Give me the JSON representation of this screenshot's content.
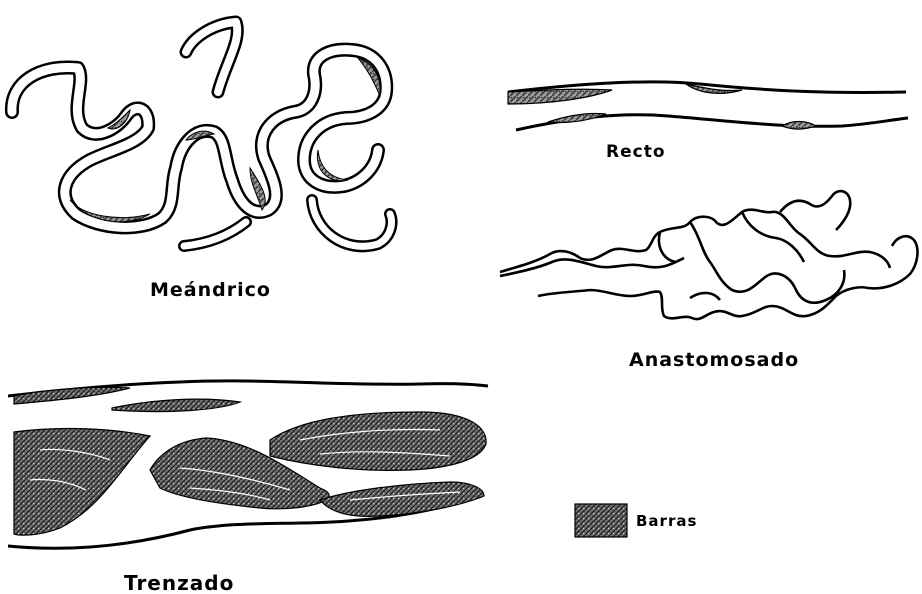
{
  "figure": {
    "labels": {
      "meandrico": "Meándrico",
      "recto": "Recto",
      "anastomosado": "Anastomosado",
      "trenzado": "Trenzado"
    },
    "legend": {
      "label": "Barras"
    }
  },
  "colors": {
    "background": "#ffffff",
    "line": "#000000",
    "bar_fill": "#8a8a8a",
    "bar_fill_dark": "#4a4a4a"
  }
}
